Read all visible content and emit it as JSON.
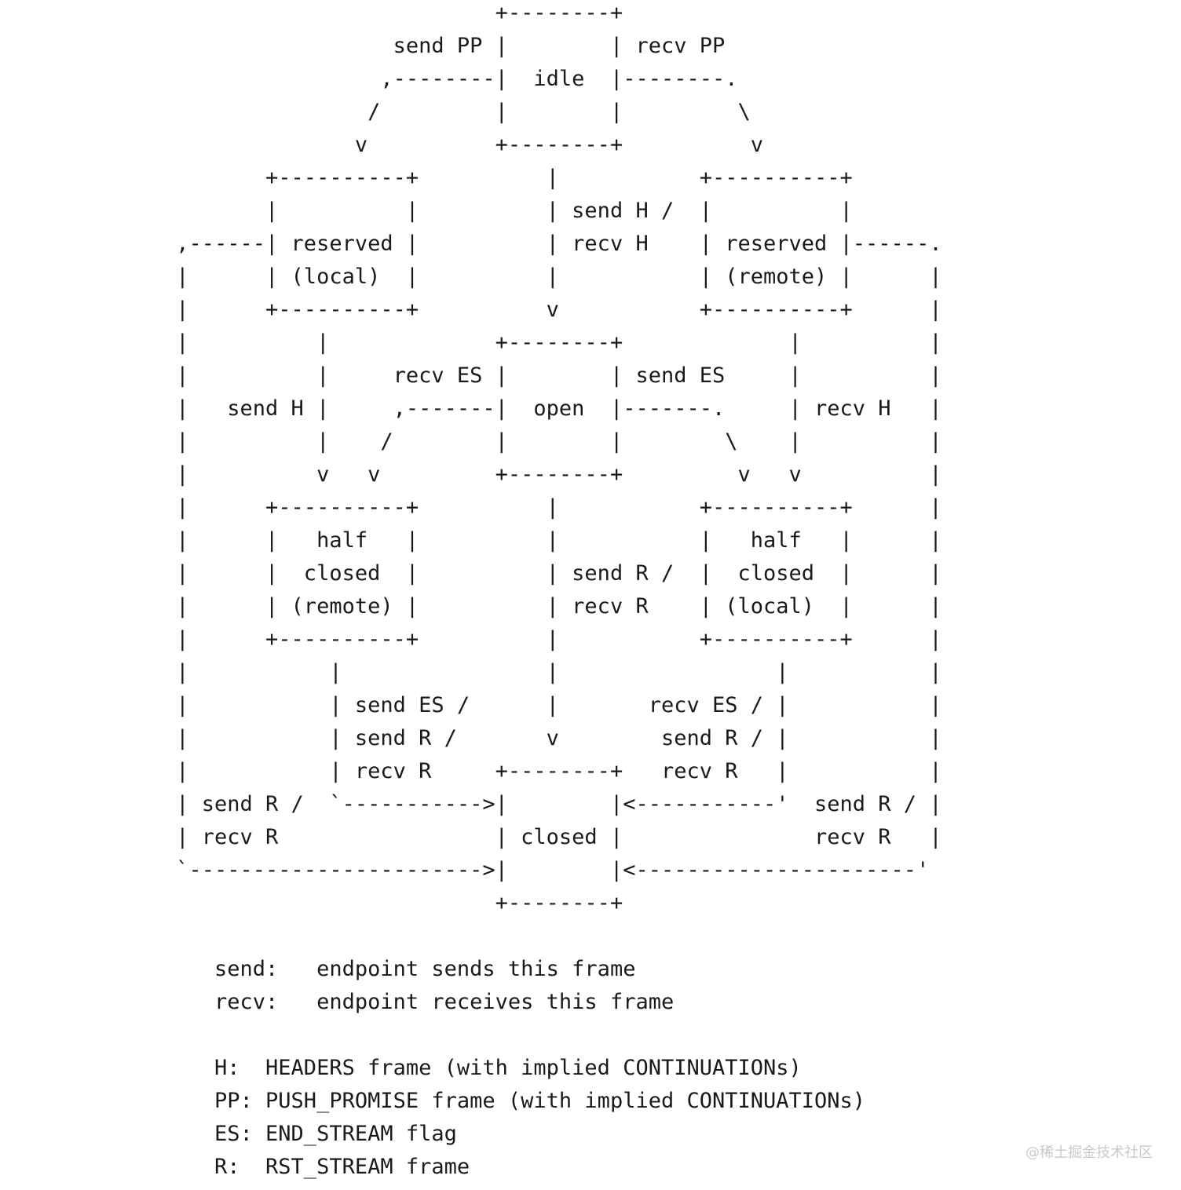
{
  "diagram": {
    "lines": [
      "                          +--------+",
      "                  send PP |        | recv PP",
      "                 ,--------|  idle  |--------.",
      "                /         |        |         \\",
      "               v          +--------+          v",
      "        +----------+          |           +----------+",
      "        |          |          | send H /  |          |",
      " ,------| reserved |          | recv H    | reserved |------.",
      " |      | (local)  |          |           | (remote) |      |",
      " |      +----------+          v           +----------+      |",
      " |          |             +--------+             |          |",
      " |          |     recv ES |        | send ES     |          |",
      " |   send H |     ,-------|  open  |-------.     | recv H   |",
      " |          |    /        |        |        \\    |          |",
      " |          v   v         +--------+         v   v          |",
      " |      +----------+          |           +----------+      |",
      " |      |   half   |          |           |   half   |      |",
      " |      |  closed  |          | send R /  |  closed  |      |",
      " |      | (remote) |          | recv R    | (local)  |      |",
      " |      +----------+          |           +----------+      |",
      " |           |                |                 |           |",
      " |           | send ES /      |       recv ES / |           |",
      " |           | send R /       v        send R / |           |",
      " |           | recv R     +--------+   recv R   |           |",
      " | send R /  `----------->|        |<-----------'  send R / |",
      " | recv R                 | closed |               recv R   |",
      " `----------------------->|        |<----------------------'",
      "                          +--------+",
      "",
      "    send:   endpoint sends this frame",
      "    recv:   endpoint receives this frame",
      "",
      "    H:  HEADERS frame (with implied CONTINUATIONs)",
      "    PP: PUSH_PROMISE frame (with implied CONTINUATIONs)",
      "    ES: END_STREAM flag",
      "    R:  RST_STREAM frame"
    ]
  },
  "watermark": {
    "text": "@稀土掘金技术社区"
  }
}
